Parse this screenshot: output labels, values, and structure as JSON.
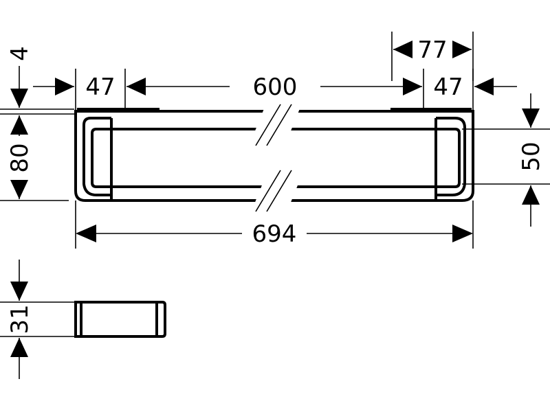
{
  "dimensions": {
    "overall_length": "694",
    "center_span": "600",
    "left_end": "47",
    "right_end": "47",
    "right_bracket": "77",
    "height": "80",
    "top_offset": "4",
    "inner_height": "50",
    "side_depth": "31"
  }
}
